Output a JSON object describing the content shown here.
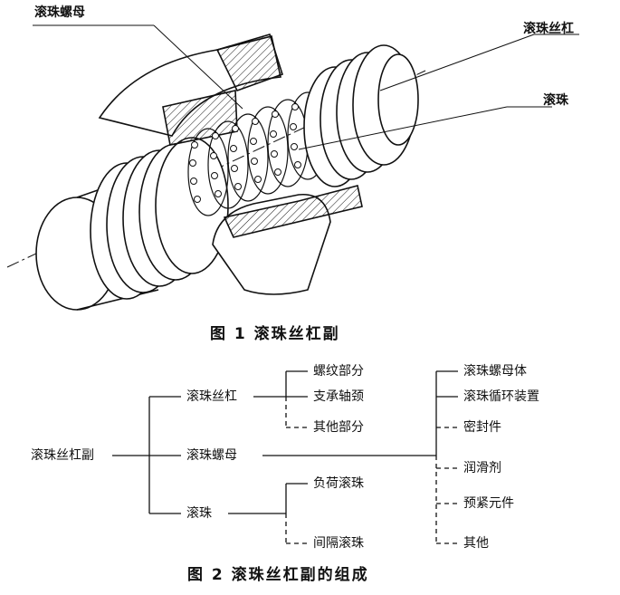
{
  "figure1": {
    "callouts": {
      "nut": "滚珠螺母",
      "screw": "滚珠丝杠",
      "ball": "滚珠"
    },
    "caption": "图 1   滚珠丝杠副"
  },
  "figure2": {
    "root": "滚珠丝杠副",
    "branch_screw": "滚珠丝杠",
    "branch_nut": "滚珠螺母",
    "branch_ball": "滚珠",
    "screw_parts": [
      "螺纹部分",
      "支承轴颈",
      "其他部分"
    ],
    "nut_parts": [
      "滚珠螺母体",
      "滚珠循环装置",
      "密封件",
      "润滑剂",
      "预紧元件",
      "其他"
    ],
    "ball_parts": [
      "负荷滚珠",
      "间隔滚珠"
    ],
    "caption": "图 2   滚珠丝杠副的组成"
  }
}
